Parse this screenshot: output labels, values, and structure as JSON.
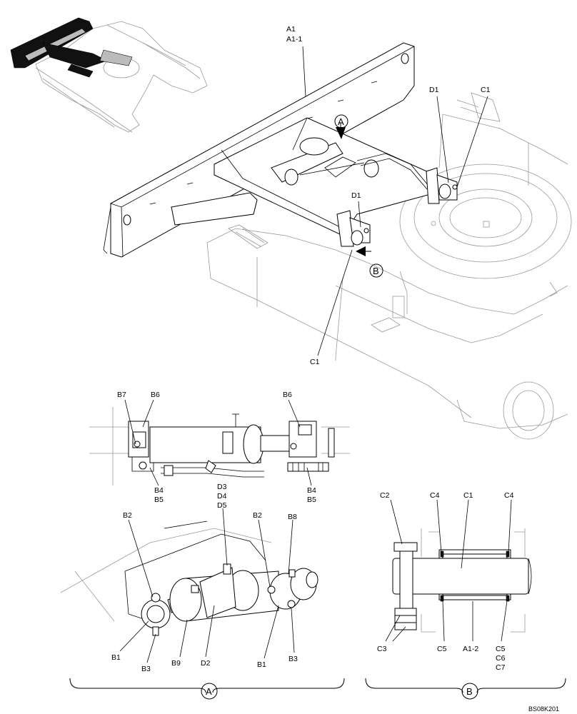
{
  "labels": {
    "A1": "A1",
    "A1_1": "A1-1",
    "D1_top": "D1",
    "C1_top": "C1",
    "D1_mid": "D1",
    "C1_mid": "C1",
    "callout_A_top": "A",
    "callout_B_top": "B",
    "B7": "B7",
    "B6_left": "B6",
    "B6_right": "B6",
    "B4_left": "B4",
    "B5_left": "B5",
    "B4_right": "B4",
    "B5_right": "B5",
    "D3": "D3",
    "D4": "D4",
    "D5": "D5",
    "B2_left": "B2",
    "B2_right": "B2",
    "B8": "B8",
    "B1_left": "B1",
    "B3_left": "B3",
    "B9": "B9",
    "D2": "D2",
    "B1_right": "B1",
    "B3_right": "B3",
    "C2": "C2",
    "C4_left": "C4",
    "C1_detail": "C1",
    "C4_right": "C4",
    "C3": "C3",
    "C5_left": "C5",
    "A1_2": "A1-2",
    "C5_right": "C5",
    "C6": "C6",
    "C7": "C7",
    "section_A": "A",
    "section_B": "B",
    "drawing_code": "BS08K201"
  }
}
